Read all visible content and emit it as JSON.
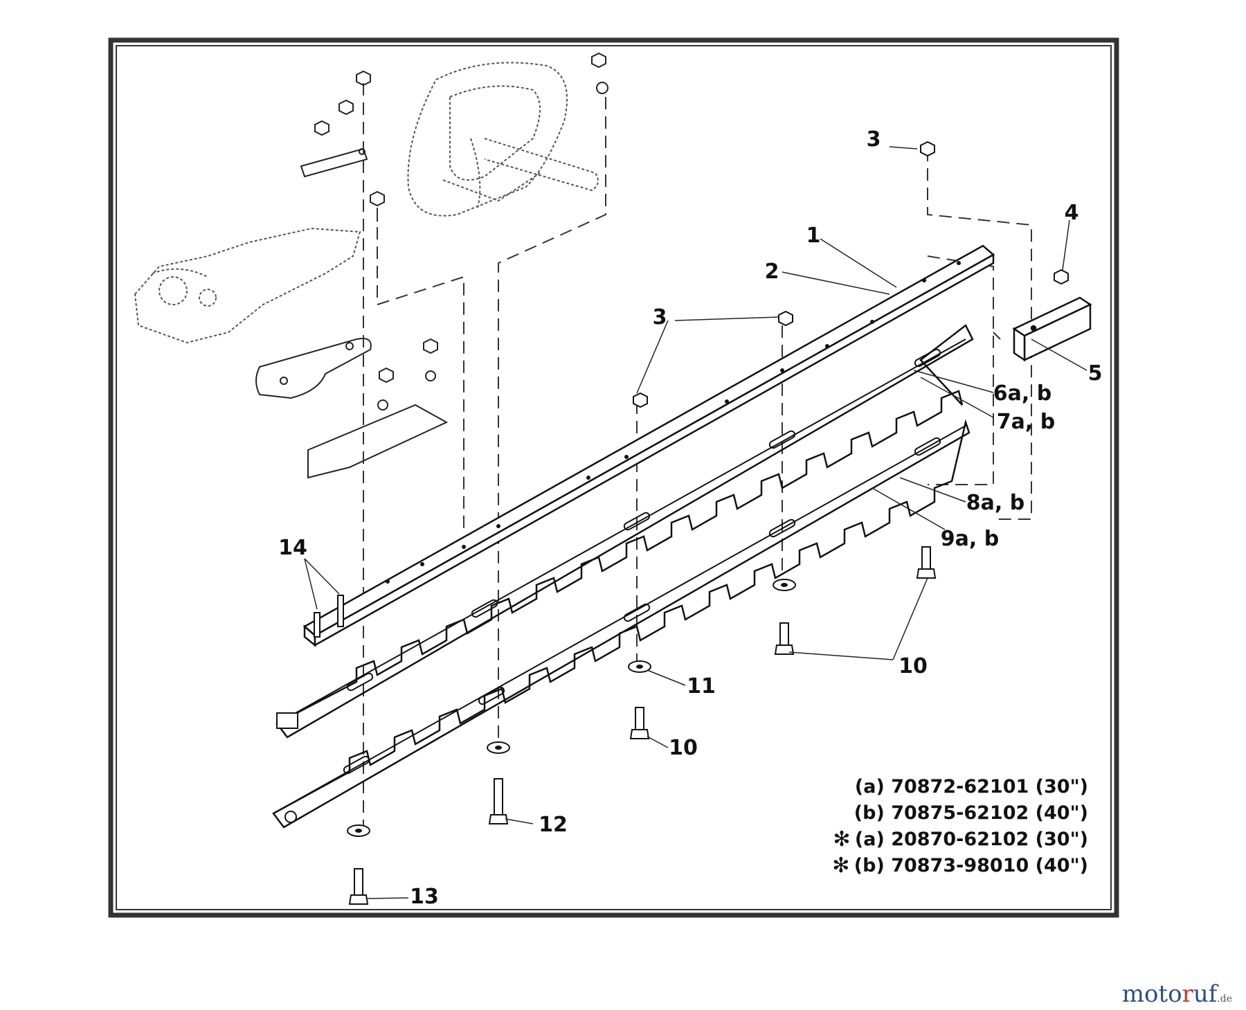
{
  "diagram": {
    "callouts": {
      "p1": "1",
      "p2": "2",
      "p3_top": "3",
      "p3_mid": "3",
      "p4": "4",
      "p5": "5",
      "p6": "6a, b",
      "p7": "7a, b",
      "p8": "8a, b",
      "p9": "9a, b",
      "p10_right": "10",
      "p10_mid": "10",
      "p11": "11",
      "p12": "12",
      "p13": "13",
      "p14": "14"
    },
    "legend": [
      {
        "marker": "",
        "text": "(a) 70872-62101 (30\")"
      },
      {
        "marker": "",
        "text": "(b) 70875-62102 (40\")"
      },
      {
        "marker": "✻",
        "text": "(a) 20870-62102 (30\")"
      },
      {
        "marker": "✻",
        "text": "(b) 70873-98010 (40\")"
      }
    ]
  },
  "watermark": {
    "part1": "moto",
    "part2": "r",
    "part3": "uf",
    "suffix": ".de"
  },
  "colors": {
    "line": "#222222",
    "frame": "#333333",
    "brand_blue": "#2a4f8a",
    "brand_red": "#c0392b"
  }
}
